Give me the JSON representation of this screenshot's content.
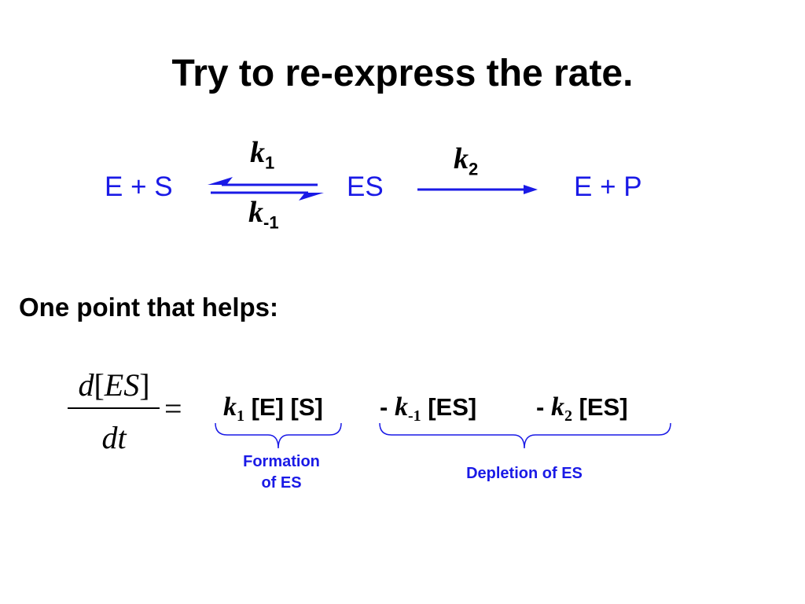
{
  "slide": {
    "title": "Try to re-express the rate.",
    "reaction": {
      "reactants": "E + S",
      "complex": "ES",
      "products": "E + P",
      "k_forward_symbol": "k",
      "k_forward_sub": "1",
      "k_reverse_symbol": "k",
      "k_reverse_sub": "-1",
      "k_cat_symbol": "k",
      "k_cat_sub": "2"
    },
    "subheading": "One point that helps:",
    "equation": {
      "lhs_numerator_d": "d",
      "lhs_numerator_open": "[",
      "lhs_numerator_var": "ES",
      "lhs_numerator_close": "]",
      "lhs_denominator": "dt",
      "equals": "=",
      "term1_k": "k",
      "term1_sub": "1",
      "term1_rest": " [E] [S]",
      "term2_sign": "- ",
      "term2_k": "k",
      "term2_sub": "-1",
      "term2_rest": " [ES]",
      "term3_sign": "- ",
      "term3_k": "k",
      "term3_sub": "2",
      "term3_rest": " [ES]"
    },
    "annotations": {
      "formation_line1": "Formation",
      "formation_line2": "of ES",
      "depletion": "Depletion of ES"
    },
    "colors": {
      "species": "#1a1ae6",
      "text": "#000000",
      "background": "#ffffff"
    }
  }
}
